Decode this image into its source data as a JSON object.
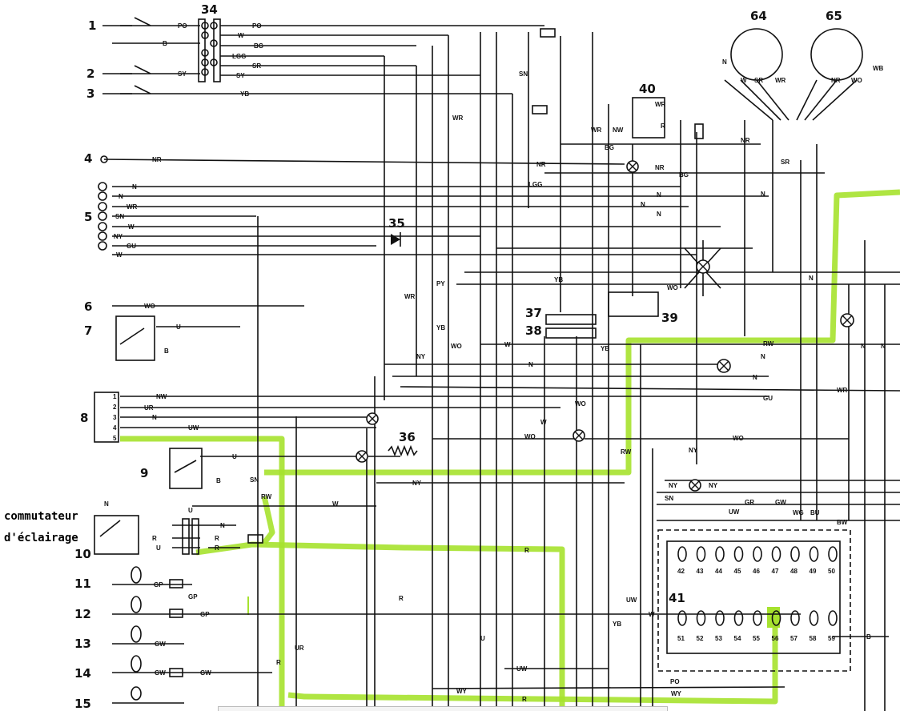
{
  "annotation": {
    "line1": "commutateur",
    "line2": "d'éclairage"
  },
  "components": {
    "c1": "1",
    "c2": "2",
    "c3": "3",
    "c4": "4",
    "c5": "5",
    "c6": "6",
    "c7": "7",
    "c8": "8",
    "c9": "9",
    "c10": "10",
    "c11": "11",
    "c12": "12",
    "c13": "13",
    "c14": "14",
    "c15": "15",
    "c34": "34",
    "c35": "35",
    "c36": "36",
    "c37": "37",
    "c38": "38",
    "c39": "39",
    "c40": "40",
    "c41": "41",
    "c64": "64",
    "c65": "65"
  },
  "terminal8": [
    "1",
    "2",
    "3",
    "4",
    "5"
  ],
  "panel_top": [
    "42",
    "43",
    "44",
    "45",
    "46",
    "47",
    "48",
    "49",
    "50"
  ],
  "panel_bottom": [
    "51",
    "52",
    "53",
    "54",
    "55",
    "56",
    "57",
    "58",
    "59"
  ],
  "wires": {
    "po1": "PO",
    "b1": "B",
    "sy1": "SY",
    "yb1": "YB",
    "po2": "PO",
    "w1": "W",
    "bg1": "BG",
    "lgg1": "LGG",
    "sr1": "SR",
    "sy2": "SY",
    "nr1": "NR",
    "n1": "N",
    "n2": "N",
    "wr1": "WR",
    "sn1": "SN",
    "w2": "W",
    "ny1": "NY",
    "gu1": "GU",
    "w3": "W",
    "wo1": "WO",
    "u1": "U",
    "b2": "B",
    "nw1": "NW",
    "ur1": "UR",
    "n3": "N",
    "uw1": "UW",
    "u2": "U",
    "b3": "B",
    "n4": "N",
    "r1": "R",
    "u3": "U",
    "n5": "N",
    "r2": "R",
    "r3": "R",
    "rw1": "RW",
    "gp1": "GP",
    "gp2": "GP",
    "gp3": "GP",
    "gw1": "GW",
    "gw2": "GW",
    "gw3": "GW",
    "r4": "R",
    "r5": "R",
    "ur2": "UR",
    "w4": "W",
    "ny2": "NY",
    "sn2": "SN",
    "lgg2": "LGG",
    "nr2": "NR",
    "bg2": "BG",
    "nr3": "NR",
    "n6": "N",
    "n7": "N",
    "wr2": "WR",
    "sn3": "SN",
    "py": "PY",
    "bg3": "BG",
    "wr3": "WR",
    "yb2": "YB",
    "wr4": "WR",
    "r6": "R",
    "nw2": "NW",
    "nr4": "NR",
    "wr5": "WR",
    "wo2": "WO",
    "yb3": "YB",
    "n8": "N",
    "w5": "W",
    "w6": "W",
    "n9": "N",
    "wo3": "WO",
    "rw2": "RW",
    "n10": "N",
    "n11": "N",
    "wr6": "WR",
    "gu2": "GU",
    "wo4": "WO",
    "wo5": "WO",
    "ny3": "NY",
    "ny4": "NY",
    "ny5": "NY",
    "rw3": "RW",
    "sn4": "SN",
    "uw2": "UW",
    "gr": "GR",
    "gw4": "GW",
    "wg": "WG",
    "bu": "BU",
    "bw": "BW",
    "uw3": "UW",
    "yb4": "YB",
    "w7": "W",
    "po3": "PO",
    "wy": "WY",
    "r7": "R",
    "b4": "B",
    "n12": "N",
    "n13": "N",
    "yb5": "YB",
    "ny6": "NY",
    "wo6": "WO",
    "u4": "U",
    "u5": "U",
    "wy2": "WY",
    "uw4": "UW",
    "r8": "R",
    "n14": "N",
    "w8": "W",
    "sr2": "SR",
    "wr7": "WR",
    "nr5": "NR",
    "wo7": "WO",
    "sr3": "SR",
    "wb": "WB",
    "n15": "N",
    "n16": "N"
  }
}
